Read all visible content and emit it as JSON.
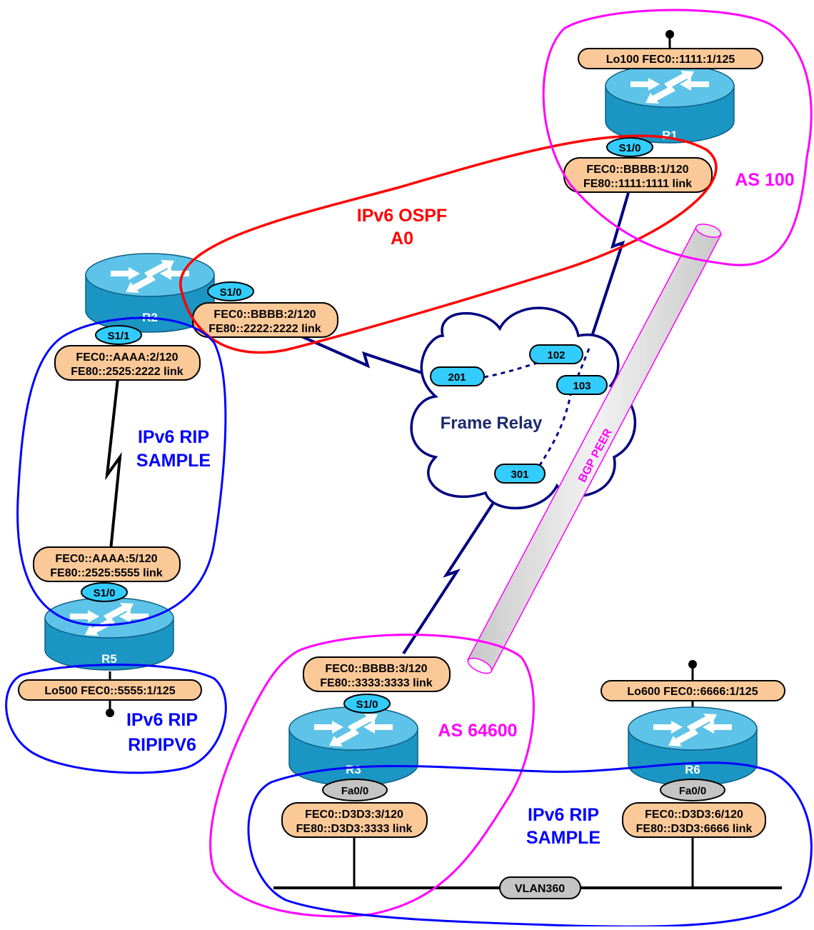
{
  "routers": {
    "r1": {
      "name": "R1",
      "loopback": "Lo100 FEC0::1111:1/125",
      "interface": "S1/0",
      "addr1": "FEC0::BBBB:1/120",
      "addr2": "FE80::1111:1111 link"
    },
    "r2": {
      "name": "R2",
      "interface_s10": "S1/0",
      "s10_addr1": "FEC0::BBBB:2/120",
      "s10_addr2": "FE80::2222:2222 link",
      "interface_s11": "S1/1",
      "s11_addr1": "FEC0::AAAA:2/120",
      "s11_addr2": "FE80::2525:2222 link"
    },
    "r3": {
      "name": "R3",
      "interface_s10": "S1/0",
      "s10_addr1": "FEC0::BBBB:3/120",
      "s10_addr2": "FE80::3333:3333 link",
      "interface_fa": "Fa0/0",
      "fa_addr1": "FEC0::D3D3:3/120",
      "fa_addr2": "FE80::D3D3:3333 link"
    },
    "r5": {
      "name": "R5",
      "interface": "S1/0",
      "addr1": "FEC0::AAAA:5/120",
      "addr2": "FE80::2525:5555 link",
      "loopback": "Lo500 FEC0::5555:1/125"
    },
    "r6": {
      "name": "R6",
      "loopback": "Lo600 FEC0::6666:1/125",
      "interface_fa": "Fa0/0",
      "fa_addr1": "FEC0::D3D3:6/120",
      "fa_addr2": "FE80::D3D3:6666 link"
    }
  },
  "frame_relay": {
    "label": "Frame Relay",
    "dlci_201": "201",
    "dlci_102": "102",
    "dlci_103": "103",
    "dlci_301": "301"
  },
  "regions": {
    "ospf_line1": "IPv6 OSPF",
    "ospf_line2": "A0",
    "as100": "AS 100",
    "as64600": "AS 64600",
    "rip_r2r5_line1": "IPv6 RIP",
    "rip_r2r5_line2": "SAMPLE",
    "rip_r5_line1": "IPv6 RIP",
    "rip_r5_line2": "RIPIPV6",
    "rip_lan_line1": "IPv6 RIP",
    "rip_lan_line2": "SAMPLE"
  },
  "bgp_label": "BGP PEER",
  "vlan_label": "VLAN360",
  "colors": {
    "ospf": "#ff0000",
    "as": "#ff00ff",
    "rip": "#0000ff",
    "link": "#000080",
    "router_body": "#1b95c4",
    "router_top": "#5ec3e8",
    "addr_fill": "#fbc998",
    "serial_fill": "#33ccff",
    "fa_fill": "#c4c4c4"
  }
}
